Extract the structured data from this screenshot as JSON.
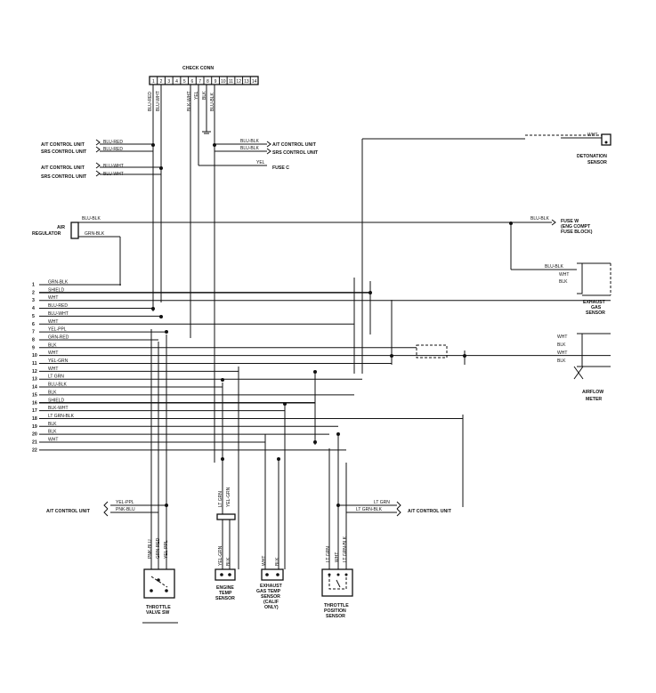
{
  "check_conn": {
    "title": "CHECK CONN",
    "pins": [
      "1",
      "2",
      "3",
      "4",
      "5",
      "6",
      "7",
      "8",
      "9",
      "10",
      "11",
      "12",
      "13",
      "14"
    ],
    "wire_labels": [
      "BLU-RED",
      "BLU-WHT",
      "BLK-WHT",
      "YEL",
      "BLK",
      "BLU-BLK"
    ]
  },
  "left_modules": [
    {
      "text": "A/T CONTROL UNIT",
      "wire": "BLU-RED"
    },
    {
      "text": "SRS CONTROL UNIT",
      "wire": "BLU-RED"
    },
    {
      "text": "A/T CONTROL UNIT",
      "wire": "BLU-WHT"
    },
    {
      "text": "SRS CONTROL UNIT",
      "wire": "BLU-WHT"
    }
  ],
  "right_modules": [
    {
      "text": "A/T CONTROL UNIT",
      "wire": "BLU-BLK"
    },
    {
      "text": "SRS CONTROL UNIT",
      "wire": "BLU-BLK"
    }
  ],
  "fuse_c": {
    "wire": "YEL",
    "label": "FUSE C"
  },
  "detonation": {
    "wire": "WHT",
    "label": [
      "DETONATION",
      "SENSOR"
    ]
  },
  "air_regulator": {
    "label": [
      "AIR",
      "REGULATOR"
    ],
    "wire_top": "BLU-BLK",
    "wire_bottom": "GRN-BLK"
  },
  "fuse_w": {
    "wire": "BLU-BLK",
    "label": [
      "FUSE W",
      "(ENG COMPT",
      "FUSE BLOCK)"
    ]
  },
  "exhaust_sensor": {
    "label": [
      "EXHAUST",
      "GAS",
      "SENSOR"
    ],
    "wires": [
      "BLU-BLK",
      "WHT",
      "BLK"
    ]
  },
  "airflow": {
    "label": [
      "AIRFLOW",
      "METER"
    ],
    "wires": [
      "WHT",
      "BLK",
      "WHT",
      "BLK"
    ]
  },
  "ecu_pins": [
    {
      "n": "1",
      "wire": "GRN-BLK"
    },
    {
      "n": "2",
      "wire": "SHIELD"
    },
    {
      "n": "3",
      "wire": "WHT"
    },
    {
      "n": "4",
      "wire": "BLU-RED"
    },
    {
      "n": "5",
      "wire": "BLU-WHT"
    },
    {
      "n": "6",
      "wire": "WHT"
    },
    {
      "n": "7",
      "wire": "YEL-PPL"
    },
    {
      "n": "8",
      "wire": "GRN-RED"
    },
    {
      "n": "9",
      "wire": "BLK"
    },
    {
      "n": "10",
      "wire": "WHT"
    },
    {
      "n": "11",
      "wire": "YEL-GRN"
    },
    {
      "n": "12",
      "wire": "WHT"
    },
    {
      "n": "13",
      "wire": "LT GRN"
    },
    {
      "n": "14",
      "wire": "BLU-BLK"
    },
    {
      "n": "15",
      "wire": "BLK"
    },
    {
      "n": "16",
      "wire": "SHIELD"
    },
    {
      "n": "17",
      "wire": "BLK-WHT"
    },
    {
      "n": "18",
      "wire": "LT GRN-BLK"
    },
    {
      "n": "19",
      "wire": "BLK"
    },
    {
      "n": "20",
      "wire": "BLK"
    },
    {
      "n": "21",
      "wire": "WHT"
    },
    {
      "n": "22",
      "wire": ""
    }
  ],
  "at_left": {
    "label": "A/T CONTROL UNIT",
    "wires": [
      "YEL-PPL",
      "PNK-BLU"
    ]
  },
  "at_right": {
    "label": "A/T CONTROL UNIT",
    "wires": [
      "LT GRN",
      "LT GRN-BLK"
    ]
  },
  "throttle_valve": {
    "label": [
      "THROTTLE",
      "VALVE SW"
    ],
    "wires": [
      "PNK-BLU",
      "GRN-RED",
      "YEL-PPL"
    ]
  },
  "engine_temp": {
    "label": [
      "ENGINE",
      "TEMP",
      "SENSOR"
    ],
    "wires": [
      "LT GRN",
      "YEL-GRN",
      "BLK"
    ]
  },
  "egt_sensor": {
    "label": [
      "EXHAUST",
      "GAS TEMP",
      "SENSOR",
      "(CALIF",
      "ONLY)"
    ],
    "wires": [
      "WHT",
      "BLK"
    ]
  },
  "tps": {
    "label": [
      "THROTTLE",
      "POSITION",
      "SENSOR"
    ],
    "wires": [
      "LT GRN",
      "WHT",
      "LT GRN-BLK"
    ]
  }
}
